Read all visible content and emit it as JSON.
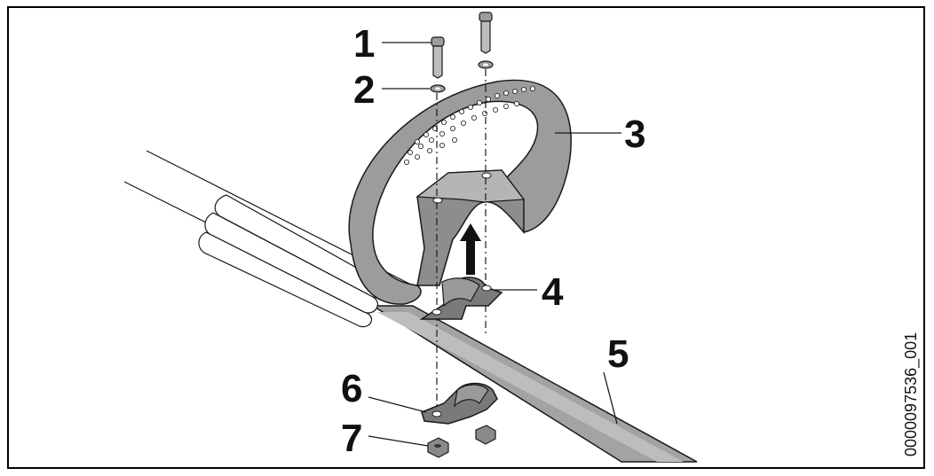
{
  "callouts": [
    "1",
    "2",
    "3",
    "4",
    "5",
    "6",
    "7"
  ],
  "figure_id": "0000097536_001",
  "colors": {
    "part_fill": "#9c9c9c",
    "part_shadow": "#6f6f6f",
    "part_light": "#c8c8c8",
    "line": "#1a1a1a"
  }
}
